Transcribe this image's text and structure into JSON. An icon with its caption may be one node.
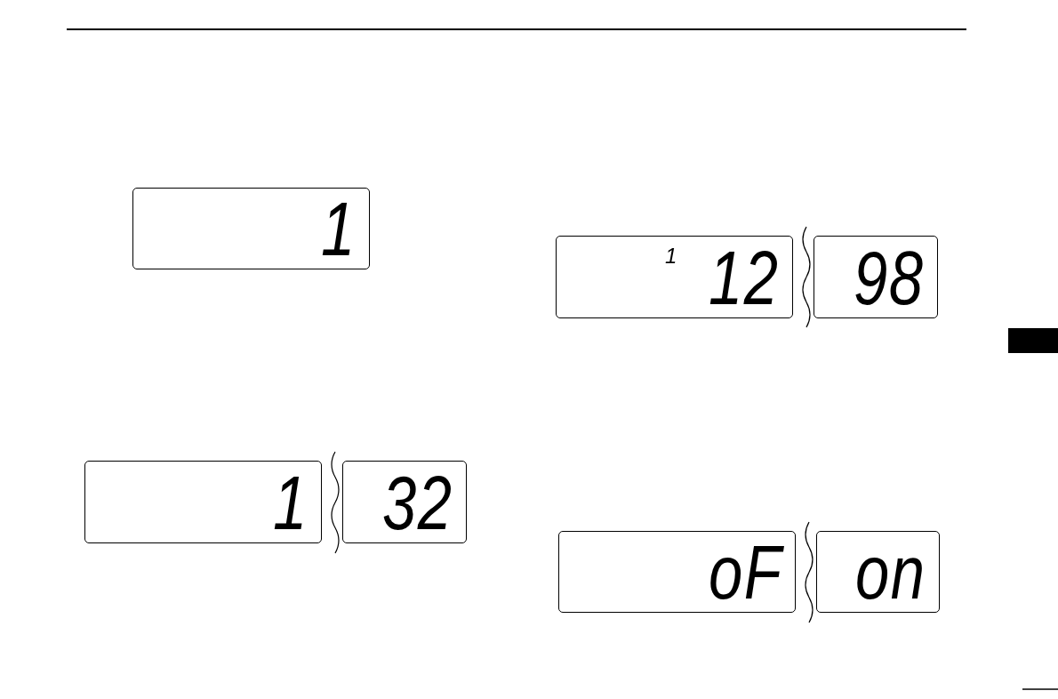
{
  "diagram": {
    "nodes": [
      {
        "text": [
          "1"
        ]
      },
      {
        "text": [
          "1"
        ]
      },
      {
        "text": [
          "32"
        ]
      },
      {
        "text": [
          "1",
          "12"
        ]
      },
      {
        "text": [
          "98"
        ]
      },
      {
        "text": [
          "oF"
        ]
      },
      {
        "text": [
          "on"
        ]
      }
    ]
  }
}
